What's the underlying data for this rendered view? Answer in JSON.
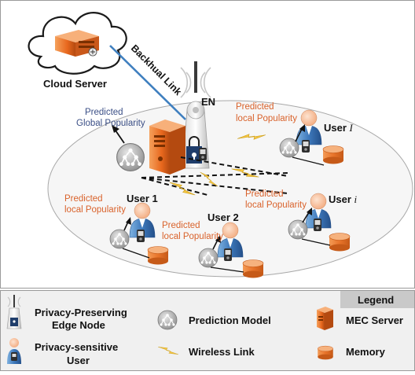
{
  "labels": {
    "cloud_server": "Cloud Server",
    "backhaul_link": "Backhual Link",
    "en": "EN",
    "pred_global_1": "Predicted",
    "pred_global_2": "Global Popularity",
    "predicted": "Predicted",
    "local_popularity": "local Popularity",
    "user_I": "User",
    "user_I_sym": "I",
    "user_i": "User",
    "user_i_sym": "i",
    "user_1": "User 1",
    "user_2": "User 2"
  },
  "legend": {
    "title": "Legend",
    "edge_node_1": "Privacy-Preserving",
    "edge_node_2": "Edge Node",
    "user_1": "Privacy-sensitive",
    "user_2": "User",
    "prediction_model": "Prediction Model",
    "wireless_link": "Wireless Link",
    "mec_server": "MEC Server",
    "memory": "Memory"
  },
  "colors": {
    "orange_text": "#d9622b",
    "blue_text": "#3b4f86",
    "server_orange": "#e8681e",
    "memory_orange": "#e8742a",
    "user_blue": "#4a86c8",
    "backhaul": "#3f7fbf",
    "legend_bg": "#f0f0f0",
    "legend_title_bg": "#c9c9c9"
  }
}
